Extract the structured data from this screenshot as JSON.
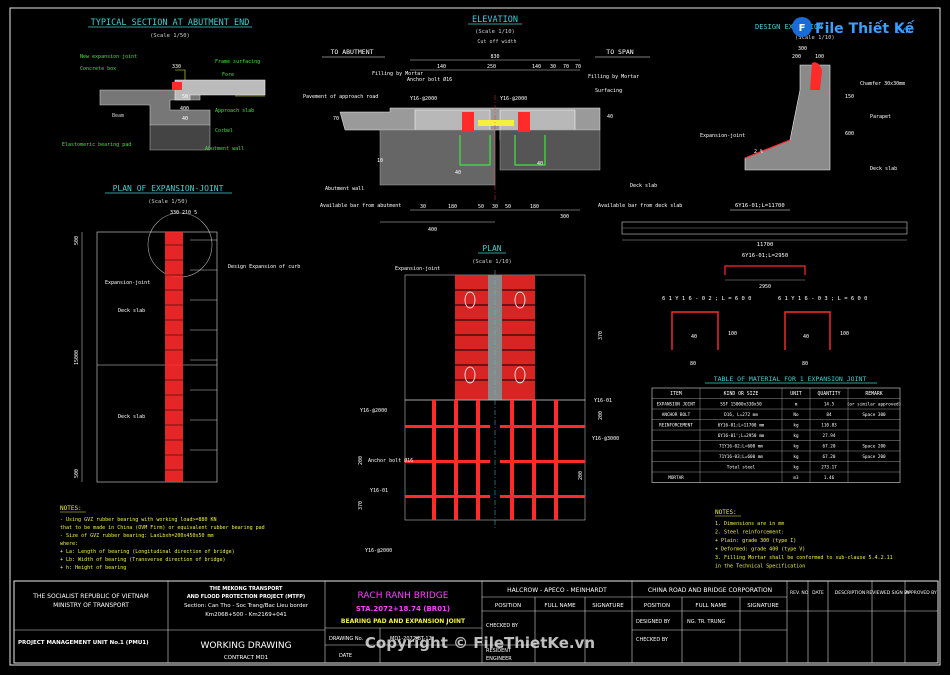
{
  "colors": {
    "bg": "#000000",
    "frame": "#e8e8e8",
    "title": "#3fd0d0",
    "dim": "#d0d0d0",
    "accent": "#ff2a2a",
    "yellow": "#f2f23a",
    "green": "#3fe63f",
    "magenta": "#ff3fff",
    "grey": "#8a8a8a"
  },
  "watermark": {
    "brand": "File Thiết Kế",
    "domain": ".vn",
    "copyright": "Copyright © FileThietKe.vn"
  },
  "section": {
    "title": "TYPICAL SECTION AT ABUTMENT END",
    "scale": "(Scale 1/50)",
    "labels": {
      "new_joint": "New expansion joint",
      "concrete": "Concrete box",
      "frame": "Frame surfacing",
      "fore": "Fore",
      "slab": "Approach slab",
      "beam": "Beam",
      "corbel": "Corbel",
      "bearing": "Elastomeric bearing pad",
      "wall": "Abutment wall"
    },
    "dims": {
      "d330": "330",
      "d50": "50",
      "d400": "400",
      "d40": "40"
    }
  },
  "elevation": {
    "title": "ELEVATION",
    "scale": "(Scale 1/10)",
    "cut_width": "Cut off width",
    "to_abutment": "TO ABUTMENT",
    "to_span": "TO SPAN",
    "dims_top": {
      "d830": "830",
      "d140": "140",
      "d250": "250",
      "d140b": "140",
      "d30": "30",
      "d70": "70",
      "d70b": "70"
    },
    "labels": {
      "anchor": "Anchor bolt Ø16",
      "filling_left": "Filling by Mortar",
      "filling_right": "Filling by Mortar",
      "surfacing": "Surfacing",
      "pavement": "Pavement of approach road",
      "y16a": "Y16-@2000",
      "y16b": "Y16-@2000",
      "abutment_wall": "Abutment wall",
      "available_left": "Available bar from abutment",
      "deck_slab": "Deck slab",
      "available_right": "Available bar from deck slab"
    },
    "dims_bottom": {
      "a": "30",
      "b": "180",
      "c": "50",
      "d": "30",
      "e": "50",
      "f": "180",
      "g": "300",
      "total": "400",
      "h40a": "40",
      "h40b": "40",
      "v70": "70",
      "v10": "10",
      "v40": "40"
    }
  },
  "design_detail": {
    "title": "DESIGN EXPANSION",
    "scale": "(Scale 1/10)",
    "dims": {
      "w300": "300",
      "w200": "200",
      "w100": "100",
      "h150": "150",
      "h600": "600",
      "slope": "2 %"
    },
    "labels": {
      "chamfer": "Chamfer 30x30mm",
      "parapet": "Parapet",
      "joint": "Expansion-joint",
      "deck": "Deck slab"
    },
    "rebar": "6Y16-01;L=11700"
  },
  "long_bar": {
    "length": "11700"
  },
  "bars": {
    "b1_label": "6Y16-01;L=2950",
    "b1_dim": "2950",
    "b2_label": "6 1 Y 1 6 - 0 2 ; L = 6 0 0",
    "b3_label": "6 1 Y 1 6 - 0 3 ; L = 6 0 0",
    "d40": "40",
    "d100": "100",
    "d80": "80"
  },
  "plan_joint": {
    "title": "PLAN OF EXPANSION-JOINT",
    "scale": "(Scale 1/50)",
    "dims": {
      "top": "330 210 5",
      "left_total": "15000",
      "left_500": "500",
      "left_500b": "500"
    },
    "labels": {
      "joint": "Expansion-joint",
      "curb": "Design Expansion of curb",
      "deck1": "Deck slab",
      "deck2": "Deck slab"
    }
  },
  "plan": {
    "title": "PLAN",
    "scale": "(Scale 1/10)",
    "joint": "Expansion-joint",
    "labels": {
      "y16_250": "Y16-@2000",
      "y16_01": "Y16-01",
      "anchor": "Anchor bolt Ø16",
      "y16_01b": "Y16-01",
      "y16_300": "Y16-@3000",
      "y16_bot": "Y16-@2000",
      "y16_r": "Y16-@3000"
    },
    "dims": {
      "r1": "370",
      "r2": "200",
      "l1": "200",
      "l2": "370",
      "bot": "200",
      "bot2": "200",
      "right": "200"
    }
  },
  "material_table": {
    "title": "TABLE OF MATERIAL FOR 1 EXPANSION JOINT",
    "headers": [
      "ITEM",
      "KIND OR SIZE",
      "UNIT",
      "QUANTITY",
      "REMARK"
    ],
    "rows": [
      [
        "EXPANSION JOINT",
        "SSF 15000x330x50",
        "m",
        "14.5",
        "(or similar approved)"
      ],
      [
        "ANCHOR BOLT",
        "D16, L=272 mm",
        "No",
        "84",
        "Space 300"
      ],
      [
        "REINFORCEMENT",
        "6Y16-01;L=11700 mm",
        "kg",
        "110.83",
        ""
      ],
      [
        "",
        "6Y16-01';L=2950 mm",
        "kg",
        "27.94",
        ""
      ],
      [
        "",
        "71Y16-02;L=600 mm",
        "kg",
        "67.20",
        "Space 200"
      ],
      [
        "",
        "71Y16-03;L=600 mm",
        "kg",
        "67.20",
        "Space 200"
      ],
      [
        "",
        "Total steel",
        "kg",
        "273.17",
        ""
      ],
      [
        "MORTAR",
        "",
        "m3",
        "1.46",
        ""
      ]
    ]
  },
  "notes_left": {
    "title": "NOTES:",
    "lines": [
      "- Using GVZ rubber bearing with working load>=880 KN",
      "  that to be made in China (OVM Firm) or equivalent rubber bearing pad",
      "- Size of GVZ rubber bearing: LaxLbxh=200x450x50 mm",
      "  where:",
      "     + La: Length of bearing (Longitudinal direction of bridge)",
      "     + Lb: Width of bearing (Transverse direction of bridge)",
      "     + h: Height of bearing"
    ]
  },
  "notes_right": {
    "title": "NOTES:",
    "lines": [
      "1. Dimensions are in mm",
      "2. Steel reinforcement:",
      "         + Plain: grade 300 (type I)",
      "         + Deformed: grade 400 (type V)",
      "3. Filling Mortar shall be conformed to sub-clause 5.4.2.11",
      "   in the Technical Specification"
    ]
  },
  "title_block": {
    "republic": [
      "THE SOCIALIST REPUBLIC OF VIETNAM",
      "MINISTRY OF TRANSPORT"
    ],
    "pmu": "PROJECT MANAGEMENT UNIT No.1 (PMU1)",
    "project": [
      "THE MEKONG TRANSPORT",
      "AND FLOOD PROTECTION PROJECT (MTFP)",
      "Section: Can Tho - Soc Trang/Bac Lieu border",
      "Km2068+500 - Km2169+041"
    ],
    "working": "WORKING DRAWING",
    "contract": "CONTRACT MD1",
    "bridge": "RACH RANH BRIDGE",
    "station": "STA.2072+18.74 (BR01)",
    "sheet_name": "BEARING PAD AND EXPANSION JOINT",
    "drawing_no_label": "DRAWING No.",
    "date_label": "DATE",
    "drawing_no": "MD1-2072-BT-12",
    "consultant": "HALCROW - APECO - MEINHARDT",
    "contractor": "CHINA ROAD AND BRIDGE CORPORATION",
    "cols_left": [
      "POSITION",
      "FULL NAME",
      "SIGNATURE"
    ],
    "cols_right": [
      "POSITION",
      "FULL NAME",
      "SIGNATURE"
    ],
    "checked_by": "CHECKED BY",
    "resident": [
      "RESIDENT",
      "ENGINEER"
    ],
    "designed_by": "DESIGNED BY",
    "designer": "NG. TR. TRUNG",
    "checked_by2": "CHECKED BY",
    "rev_headers": [
      "REV. NO",
      "DATE",
      "DESCRIPTION",
      "REVIEWED SIGN BY",
      "APPROVED BY"
    ]
  }
}
